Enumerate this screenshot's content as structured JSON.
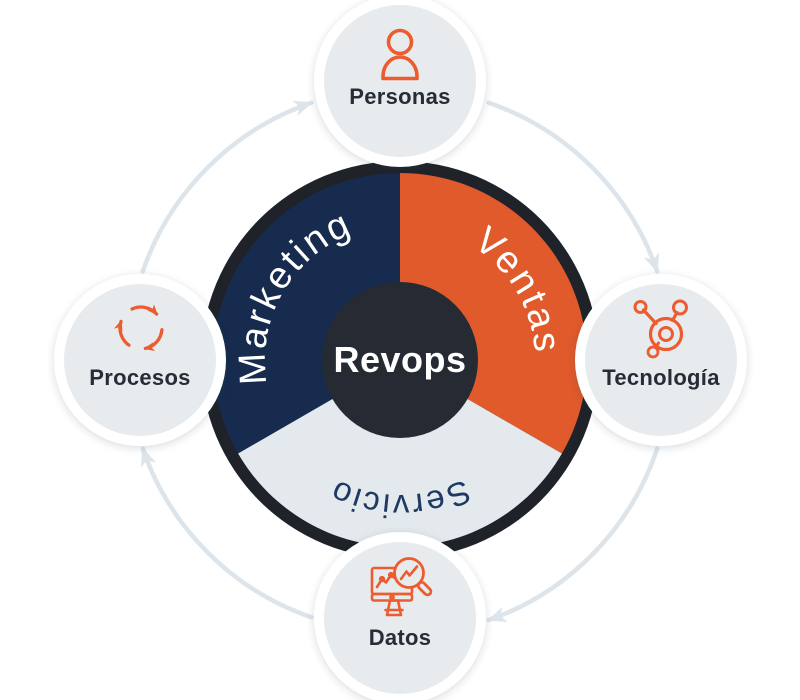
{
  "diagram": {
    "title": "Revops",
    "center": {
      "label": "Revops"
    },
    "segments": [
      {
        "label": "Marketing",
        "color": "#162b4e"
      },
      {
        "label": "Ventas",
        "color": "#e05a2b"
      },
      {
        "label": "Servicio",
        "color": "#e4e9ed",
        "text_color": "#1e3a63"
      }
    ],
    "nodes": [
      {
        "label": "Personas",
        "icon": "person-icon",
        "position": "top"
      },
      {
        "label": "Tecnología",
        "icon": "hubspot-sprocket-icon",
        "position": "right"
      },
      {
        "label": "Datos",
        "icon": "monitor-magnifier-icon",
        "position": "bottom"
      },
      {
        "label": "Procesos",
        "icon": "cycle-arrows-icon",
        "position": "left"
      }
    ],
    "flow": {
      "direction": "clockwise"
    },
    "colors": {
      "navy": "#162b4e",
      "orange": "#e05a2b",
      "charcoal_ring": "#1f2329",
      "charcoal_center": "#262b33",
      "segment_light": "#e4e9ed",
      "node_fill": "#e7ebee",
      "node_ring": "#ffffff",
      "label_text": "#272d36",
      "servicio_text": "#1e3a63",
      "icon_orange": "#ed5c2e",
      "connector": "#dde4ea",
      "background": "#ffffff"
    }
  }
}
